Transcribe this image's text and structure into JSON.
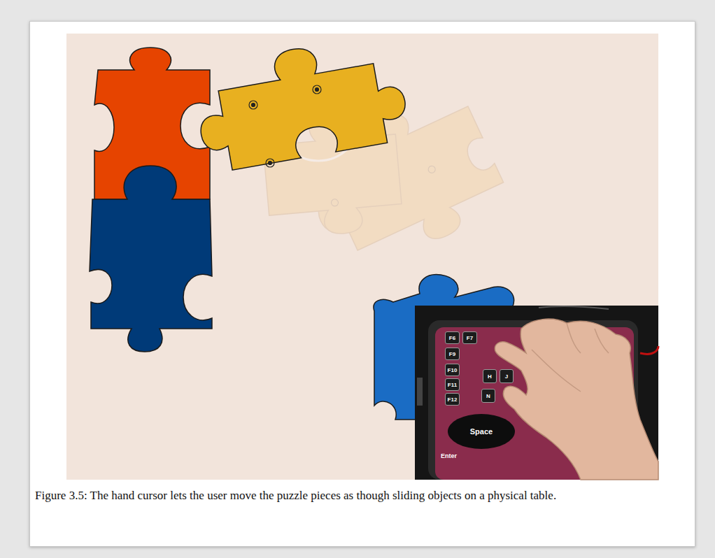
{
  "diagram": {
    "caption": "Figure 3.5: The hand cursor lets the user move the puzzle pieces as though sliding objects on a physical table.",
    "labels": [
      "F6",
      "F7",
      "F9",
      "F10",
      "F11",
      "F12",
      "H",
      "J",
      "N",
      "Space",
      "Enter"
    ]
  }
}
